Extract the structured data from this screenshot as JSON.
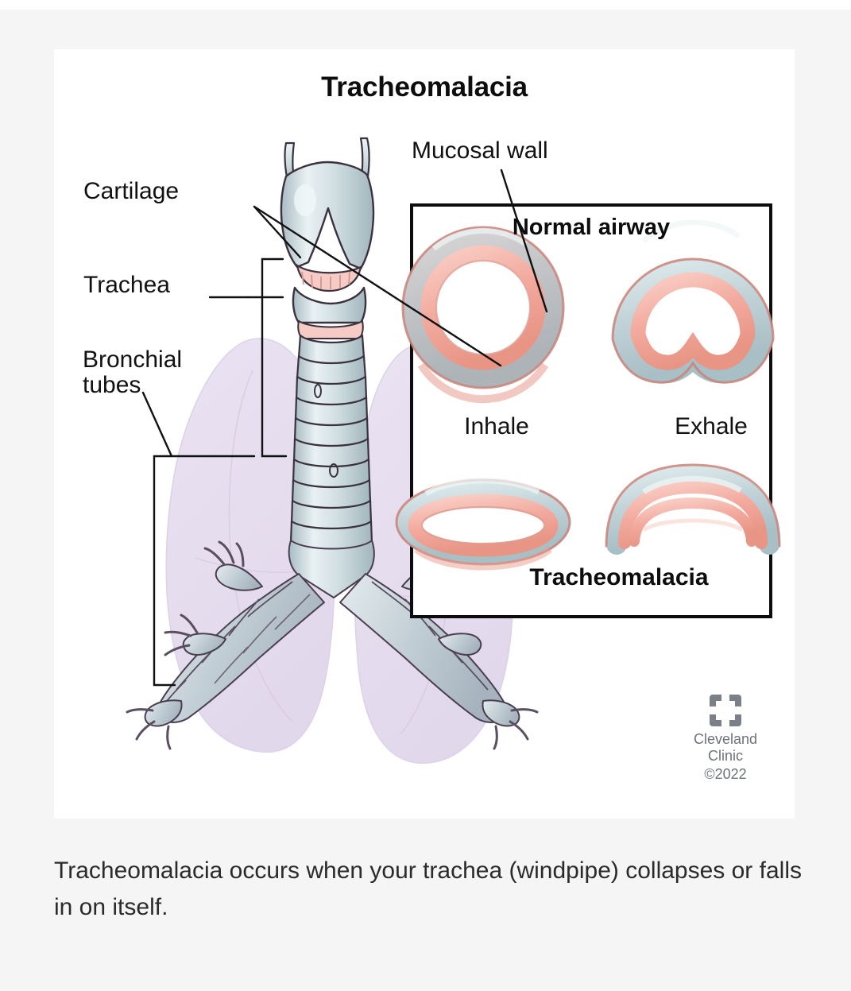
{
  "page": {
    "background_color": "#f5f5f5",
    "card_background": "#ffffff"
  },
  "figure": {
    "title": "Tracheomalacia",
    "labels": {
      "cartilage": "Cartilage",
      "trachea": "Trachea",
      "bronchial_tubes": "Bronchial\ntubes",
      "bronchial_tubes_line1": "Bronchial",
      "bronchial_tubes_line2": "tubes",
      "mucosal_wall": "Mucosal wall"
    },
    "inset": {
      "top_title": "Normal airway",
      "bottom_title": "Tracheomalacia",
      "column_labels": [
        "Inhale",
        "Exhale"
      ],
      "rows": [
        {
          "name": "Normal airway",
          "cells": [
            {
              "phase": "Inhale",
              "shape": "open-round-ring",
              "lumen": "open circular"
            },
            {
              "phase": "Exhale",
              "shape": "round-ring-with-posterior-indentation",
              "lumen": "slightly narrowed"
            }
          ]
        },
        {
          "name": "Tracheomalacia",
          "cells": [
            {
              "phase": "Inhale",
              "shape": "flattened-oval-ring",
              "lumen": "narrow oval slit"
            },
            {
              "phase": "Exhale",
              "shape": "collapsed-crescent",
              "lumen": "collapsed / nearly closed"
            }
          ]
        }
      ]
    },
    "credit": {
      "organization_line1": "Cleveland",
      "organization_line2": "Clinic",
      "copyright": "©2022",
      "logo_name": "cleveland-clinic-logo"
    },
    "colors": {
      "cartilage_blue": "#c3d4d8",
      "mucosa_pink": "#f4b3a8",
      "mucosa_outline": "#c98279",
      "lung_lavender": "#e7dff0",
      "outline_dark": "#3b3240",
      "label_text": "#111111",
      "credit_gray": "#6e737b"
    }
  },
  "caption": {
    "text": "Tracheomalacia occurs when your trachea (windpipe) collapses or falls in on itself."
  }
}
